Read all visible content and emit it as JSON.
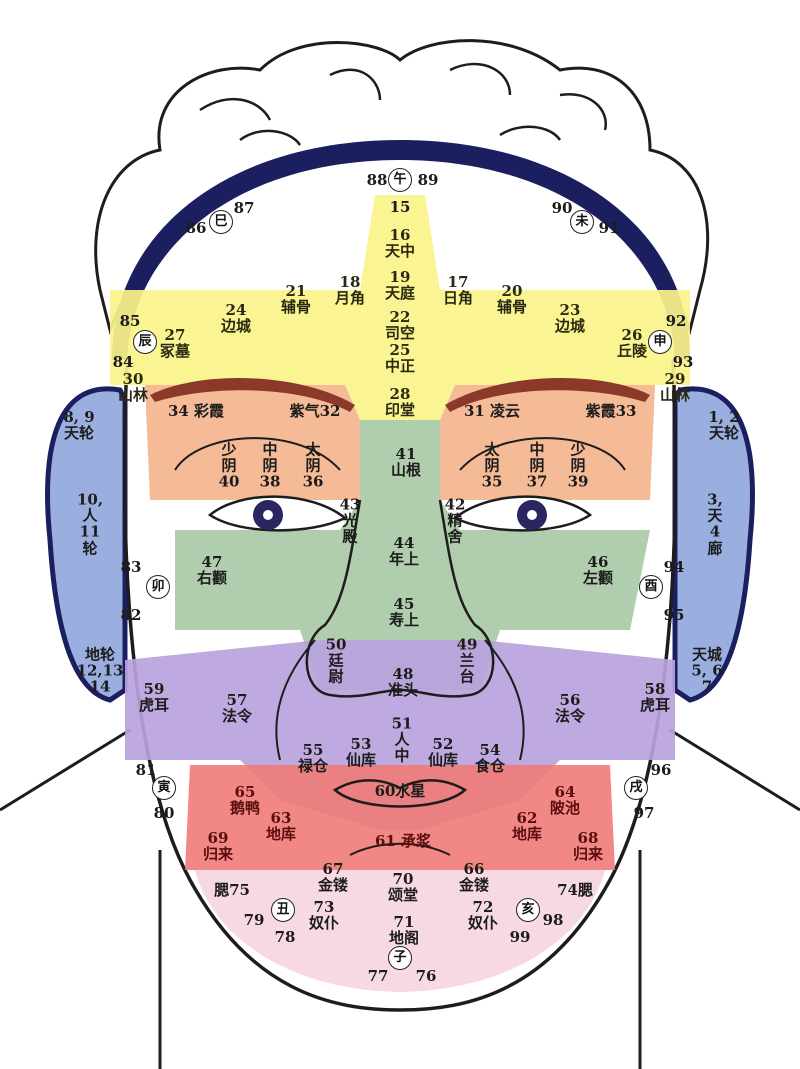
{
  "colors": {
    "yellow": "#fbf38a",
    "orange": "#f3b48b",
    "green": "#a9c9a6",
    "blue": "#9aaee0",
    "purple": "#b9a3dd",
    "red": "#f07b78",
    "pink": "#f7d7e2",
    "outline": "#1d1d1d",
    "headband": "#1b1f60"
  },
  "zones": {
    "top": {
      "n88": "88",
      "mark": "午",
      "n89": "89",
      "n15": "15"
    },
    "forehead": {
      "tianzhong": [
        "16",
        "天中"
      ],
      "tianting": [
        "19",
        "天庭"
      ],
      "sikong": [
        "22",
        "司空"
      ],
      "zhongzheng": [
        "25",
        "中正"
      ],
      "yintang": [
        "28",
        "印堂"
      ],
      "yuejiao": [
        "18",
        "月角"
      ],
      "rijiao": [
        "17",
        "日角"
      ],
      "fugu_r": [
        "21",
        "辅骨"
      ],
      "fugu_l": [
        "20",
        "辅骨"
      ],
      "biancheng_r": [
        "24",
        "边城"
      ],
      "biancheng_l": [
        "23",
        "边城"
      ],
      "zhongmu": [
        "27",
        "冢墓"
      ],
      "qiuling": [
        "26",
        "丘陵"
      ],
      "shanlin_r": [
        "30",
        "山林"
      ],
      "shanlin_l": [
        "29",
        "山林"
      ]
    },
    "corners": {
      "n86": "86",
      "mark_si": "巳",
      "n87": "87",
      "n90": "90",
      "mark_wei": "未",
      "n91": "91",
      "n85": "85",
      "mark_chen": "辰",
      "n84": "84",
      "n92": "92",
      "mark_shen": "申",
      "n93": "93",
      "n83": "83",
      "mark_mao": "卯",
      "n82": "82",
      "n94": "94",
      "mark_you": "酉",
      "n95": "95",
      "n81": "81",
      "mark_yin": "寅",
      "n80": "80",
      "n96": "96",
      "mark_xu": "戌",
      "n97": "97",
      "n79": "79",
      "mark_chou": "丑",
      "n78": "78",
      "mark_hai": "亥",
      "n98": "98",
      "n99": "99",
      "n77": "77",
      "mark_zi": "子",
      "n76": "76"
    },
    "brows": {
      "caixia": "34 彩霞",
      "ziqi": "紫气32",
      "lingyun": "31 凌云",
      "zixia": "紫霞33"
    },
    "eyes": {
      "shaoyin_r": [
        "少",
        "阴",
        "40"
      ],
      "zhongyin_r": [
        "中",
        "阴",
        "38"
      ],
      "taiyin_r": [
        "太",
        "阴",
        "36"
      ],
      "taiyang_l": [
        "太",
        "阴",
        "35"
      ],
      "zhongyang_l": [
        "中",
        "阴",
        "37"
      ],
      "shaoyang_l": [
        "少",
        "阴",
        "39"
      ]
    },
    "nose": {
      "shangen": [
        "41",
        "山根"
      ],
      "guangdian": [
        "43",
        "光",
        "殿"
      ],
      "jingshe": [
        "42",
        "精",
        "舍"
      ],
      "nianshang": [
        "44",
        "年上"
      ],
      "shoushang": [
        "45",
        "寿上"
      ],
      "tingwei": [
        "50",
        "廷",
        "尉"
      ],
      "lantai": [
        "49",
        "兰",
        "台"
      ],
      "zhuntou": [
        "48",
        "准头"
      ]
    },
    "cheeks": {
      "youquan": [
        "47",
        "右颧"
      ],
      "zuoquan": [
        "46",
        "左颧"
      ]
    },
    "ears": {
      "tianlun_r": [
        "8, 9",
        "天轮"
      ],
      "tianlun_l": [
        "1, 2",
        "天轮"
      ],
      "renlun_r": [
        "10,",
        "人",
        "11",
        "轮"
      ],
      "renlun_l": [
        "3,",
        "天",
        "4",
        "廊"
      ],
      "dilun_r": [
        "地轮",
        "12,13",
        "14"
      ],
      "dilun_l": [
        "天城",
        "5, 6",
        "7"
      ]
    },
    "mouth": {
      "huer_r": [
        "59",
        "虎耳"
      ],
      "huer_l": [
        "58",
        "虎耳"
      ],
      "faling_r": [
        "57",
        "法令"
      ],
      "faling_l": [
        "56",
        "法令"
      ],
      "lucang": [
        "55",
        "禄仓"
      ],
      "xianku_r": [
        "53",
        "仙库"
      ],
      "renzhong": [
        "51",
        "人",
        "中"
      ],
      "xianku_l": [
        "52",
        "仙库"
      ],
      "shicang": [
        "54",
        "食仓"
      ],
      "shuixing": "60水星"
    },
    "chin": {
      "ee": [
        "65",
        "鹅鸭"
      ],
      "dikku_r": [
        "63",
        "地库"
      ],
      "guilai_r": [
        "69",
        "归来"
      ],
      "bochi": [
        "64",
        "陂池"
      ],
      "dikku_l": [
        "62",
        "地库"
      ],
      "guilai_l": [
        "68",
        "归来"
      ],
      "chengjiang": "61 承浆",
      "jinlou_r": [
        "67",
        "金镂"
      ],
      "songtang": [
        "70",
        "颂堂"
      ],
      "jinlou_l": [
        "66",
        "金镂"
      ],
      "sai_r": "腮75",
      "sai_l": "74腮",
      "nupu_r": [
        "73",
        "奴仆"
      ],
      "dige": [
        "71",
        "地阁"
      ],
      "nupu_l": [
        "72",
        "奴仆"
      ]
    }
  }
}
